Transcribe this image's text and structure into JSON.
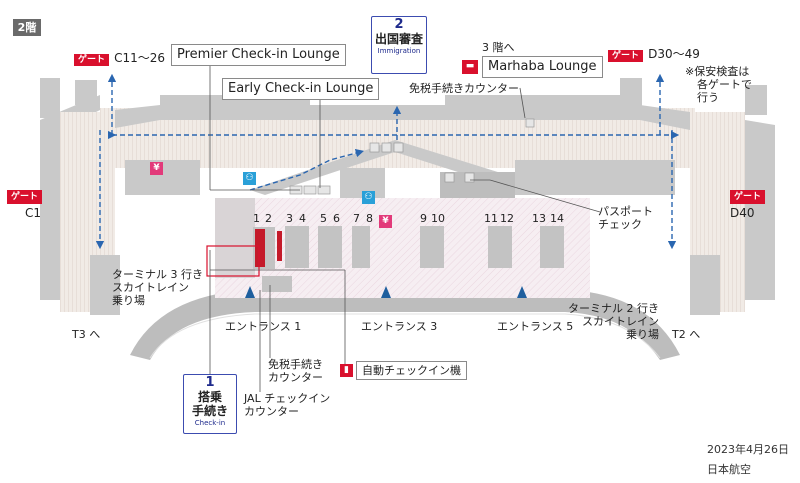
{
  "floor_label": "2階",
  "gates": {
    "c11_26": {
      "tag": "ゲート",
      "label": "C11～26"
    },
    "c1": {
      "tag": "ゲート",
      "label": "C1"
    },
    "d30_49": {
      "tag": "ゲート",
      "label": "D30～49"
    },
    "d40": {
      "tag": "ゲート",
      "label": "D40"
    }
  },
  "lounges": {
    "premier": "Premier Check-in Lounge",
    "early": "Early Check-in Lounge",
    "marhaba": "Marhaba Lounge",
    "marhaba_floor": "3 階へ"
  },
  "immigration": {
    "number": "2",
    "title": "出国審査",
    "subtitle": "Immigration"
  },
  "checkin_step": {
    "number": "1",
    "title_line1": "搭乗",
    "title_line2": "手続き",
    "subtitle": "Check-in"
  },
  "labels": {
    "security_note": [
      "※保安検査は",
      "各ゲートで",
      "行う"
    ],
    "tax_free_top": "免税手続きカウンター",
    "passport_check": [
      "パスポート",
      "チェック"
    ],
    "t3_skytrain": [
      "ターミナル 3 行き",
      "スカイトレイン",
      "乗り場"
    ],
    "t2_skytrain": [
      "ターミナル 2 行き",
      "スカイトレイン",
      "乗り場"
    ],
    "t3_to": "T3 へ",
    "t2_to": "T2 へ",
    "entrance_1": "エントランス 1",
    "entrance_3": "エントランス 3",
    "entrance_5": "エントランス 5",
    "tax_free_bottom": [
      "免税手続き",
      "カウンター"
    ],
    "jal_counter": [
      "JAL チェックイン",
      "カウンター"
    ],
    "kiosk": "自動チェックイン機"
  },
  "counters": [
    "1",
    "2",
    "3",
    "4",
    "5",
    "6",
    "7",
    "8",
    "9",
    "10",
    "11",
    "12",
    "13",
    "14"
  ],
  "icons": {
    "currency": "yen-currency-icon",
    "restroom": "restroom-icon",
    "lounge": "lounge-sofa-icon",
    "kiosk": "checkin-kiosk-icon"
  },
  "colors": {
    "gate_red": "#d9102d",
    "route_blue": "#2a66b0",
    "entrance_blue": "#1f5f9e",
    "pink": "#e23a7a",
    "restroom_blue": "#2aa0d8",
    "building_gray": "#c9c9c9",
    "hall_pink": "#f5eef2"
  },
  "footer": {
    "date": "2023年4月26日",
    "source": "日本航空"
  }
}
